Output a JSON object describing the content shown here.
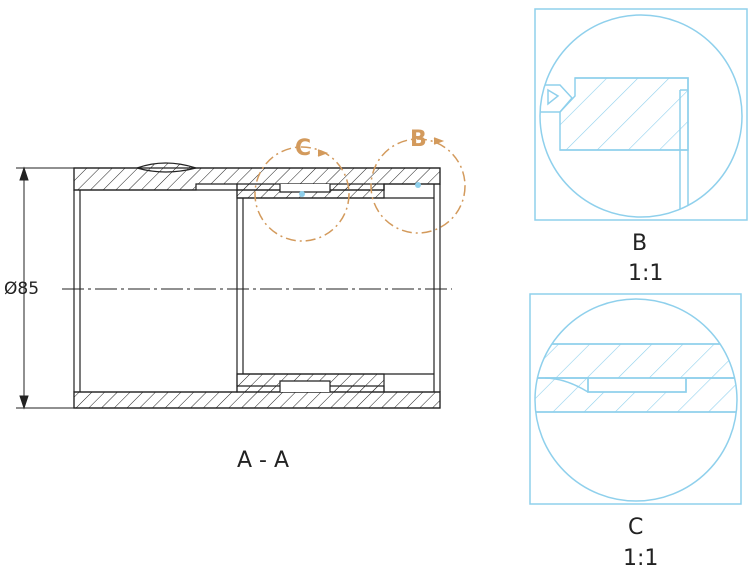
{
  "colors": {
    "line": "#222222",
    "callout": "#d39a5c",
    "detail": "#8fd0ec",
    "detail_dot": "#8fd0ec"
  },
  "main_view": {
    "section_label": "A - A",
    "diameter_label": "Ø85"
  },
  "callouts": {
    "b": {
      "letter": "B"
    },
    "c": {
      "letter": "C"
    }
  },
  "detail_b": {
    "label": "B",
    "scale": "1:1"
  },
  "detail_c": {
    "label": "C",
    "scale": "1:1"
  }
}
